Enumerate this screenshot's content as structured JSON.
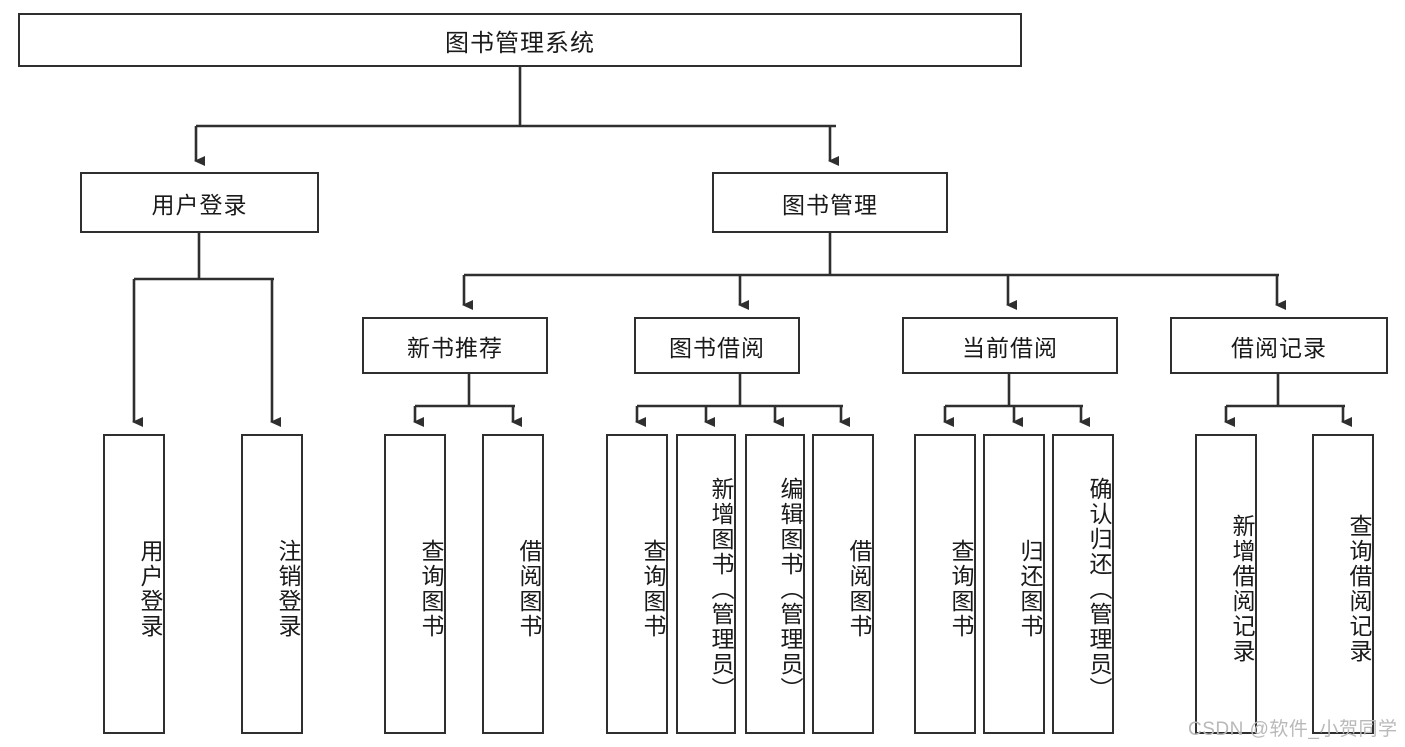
{
  "diagram": {
    "type": "tree",
    "title": "图书管理系统",
    "root": {
      "label": "图书管理系统"
    },
    "level2": [
      {
        "label": "用户登录"
      },
      {
        "label": "图书管理"
      }
    ],
    "level3": [
      {
        "label": "新书推荐"
      },
      {
        "label": "图书借阅"
      },
      {
        "label": "当前借阅"
      },
      {
        "label": "借阅记录"
      }
    ],
    "leaves": {
      "user_login": [
        {
          "label": "用户登录"
        },
        {
          "label": "注销登录"
        }
      ],
      "new_book_rec": [
        {
          "label": "查询图书"
        },
        {
          "label": "借阅图书"
        }
      ],
      "book_borrow": [
        {
          "label": "查询图书"
        },
        {
          "label": "新增图书（管理员）"
        },
        {
          "label": "编辑图书（管理员）"
        },
        {
          "label": "借阅图书"
        }
      ],
      "current_borrow": [
        {
          "label": "查询图书"
        },
        {
          "label": "归还图书"
        },
        {
          "label": "确认归还（管理员）"
        }
      ],
      "borrow_record": [
        {
          "label": "新增借阅记录"
        },
        {
          "label": "查询借阅记录"
        }
      ]
    }
  },
  "watermark": {
    "text": "CSDN @软件_小贺同学"
  },
  "colors": {
    "box_border": "#2f2f2f",
    "box_fill": "#ffffff",
    "text": "#1a1a1a",
    "connector": "#2f2f2f",
    "watermark": "#b9b9b9"
  }
}
